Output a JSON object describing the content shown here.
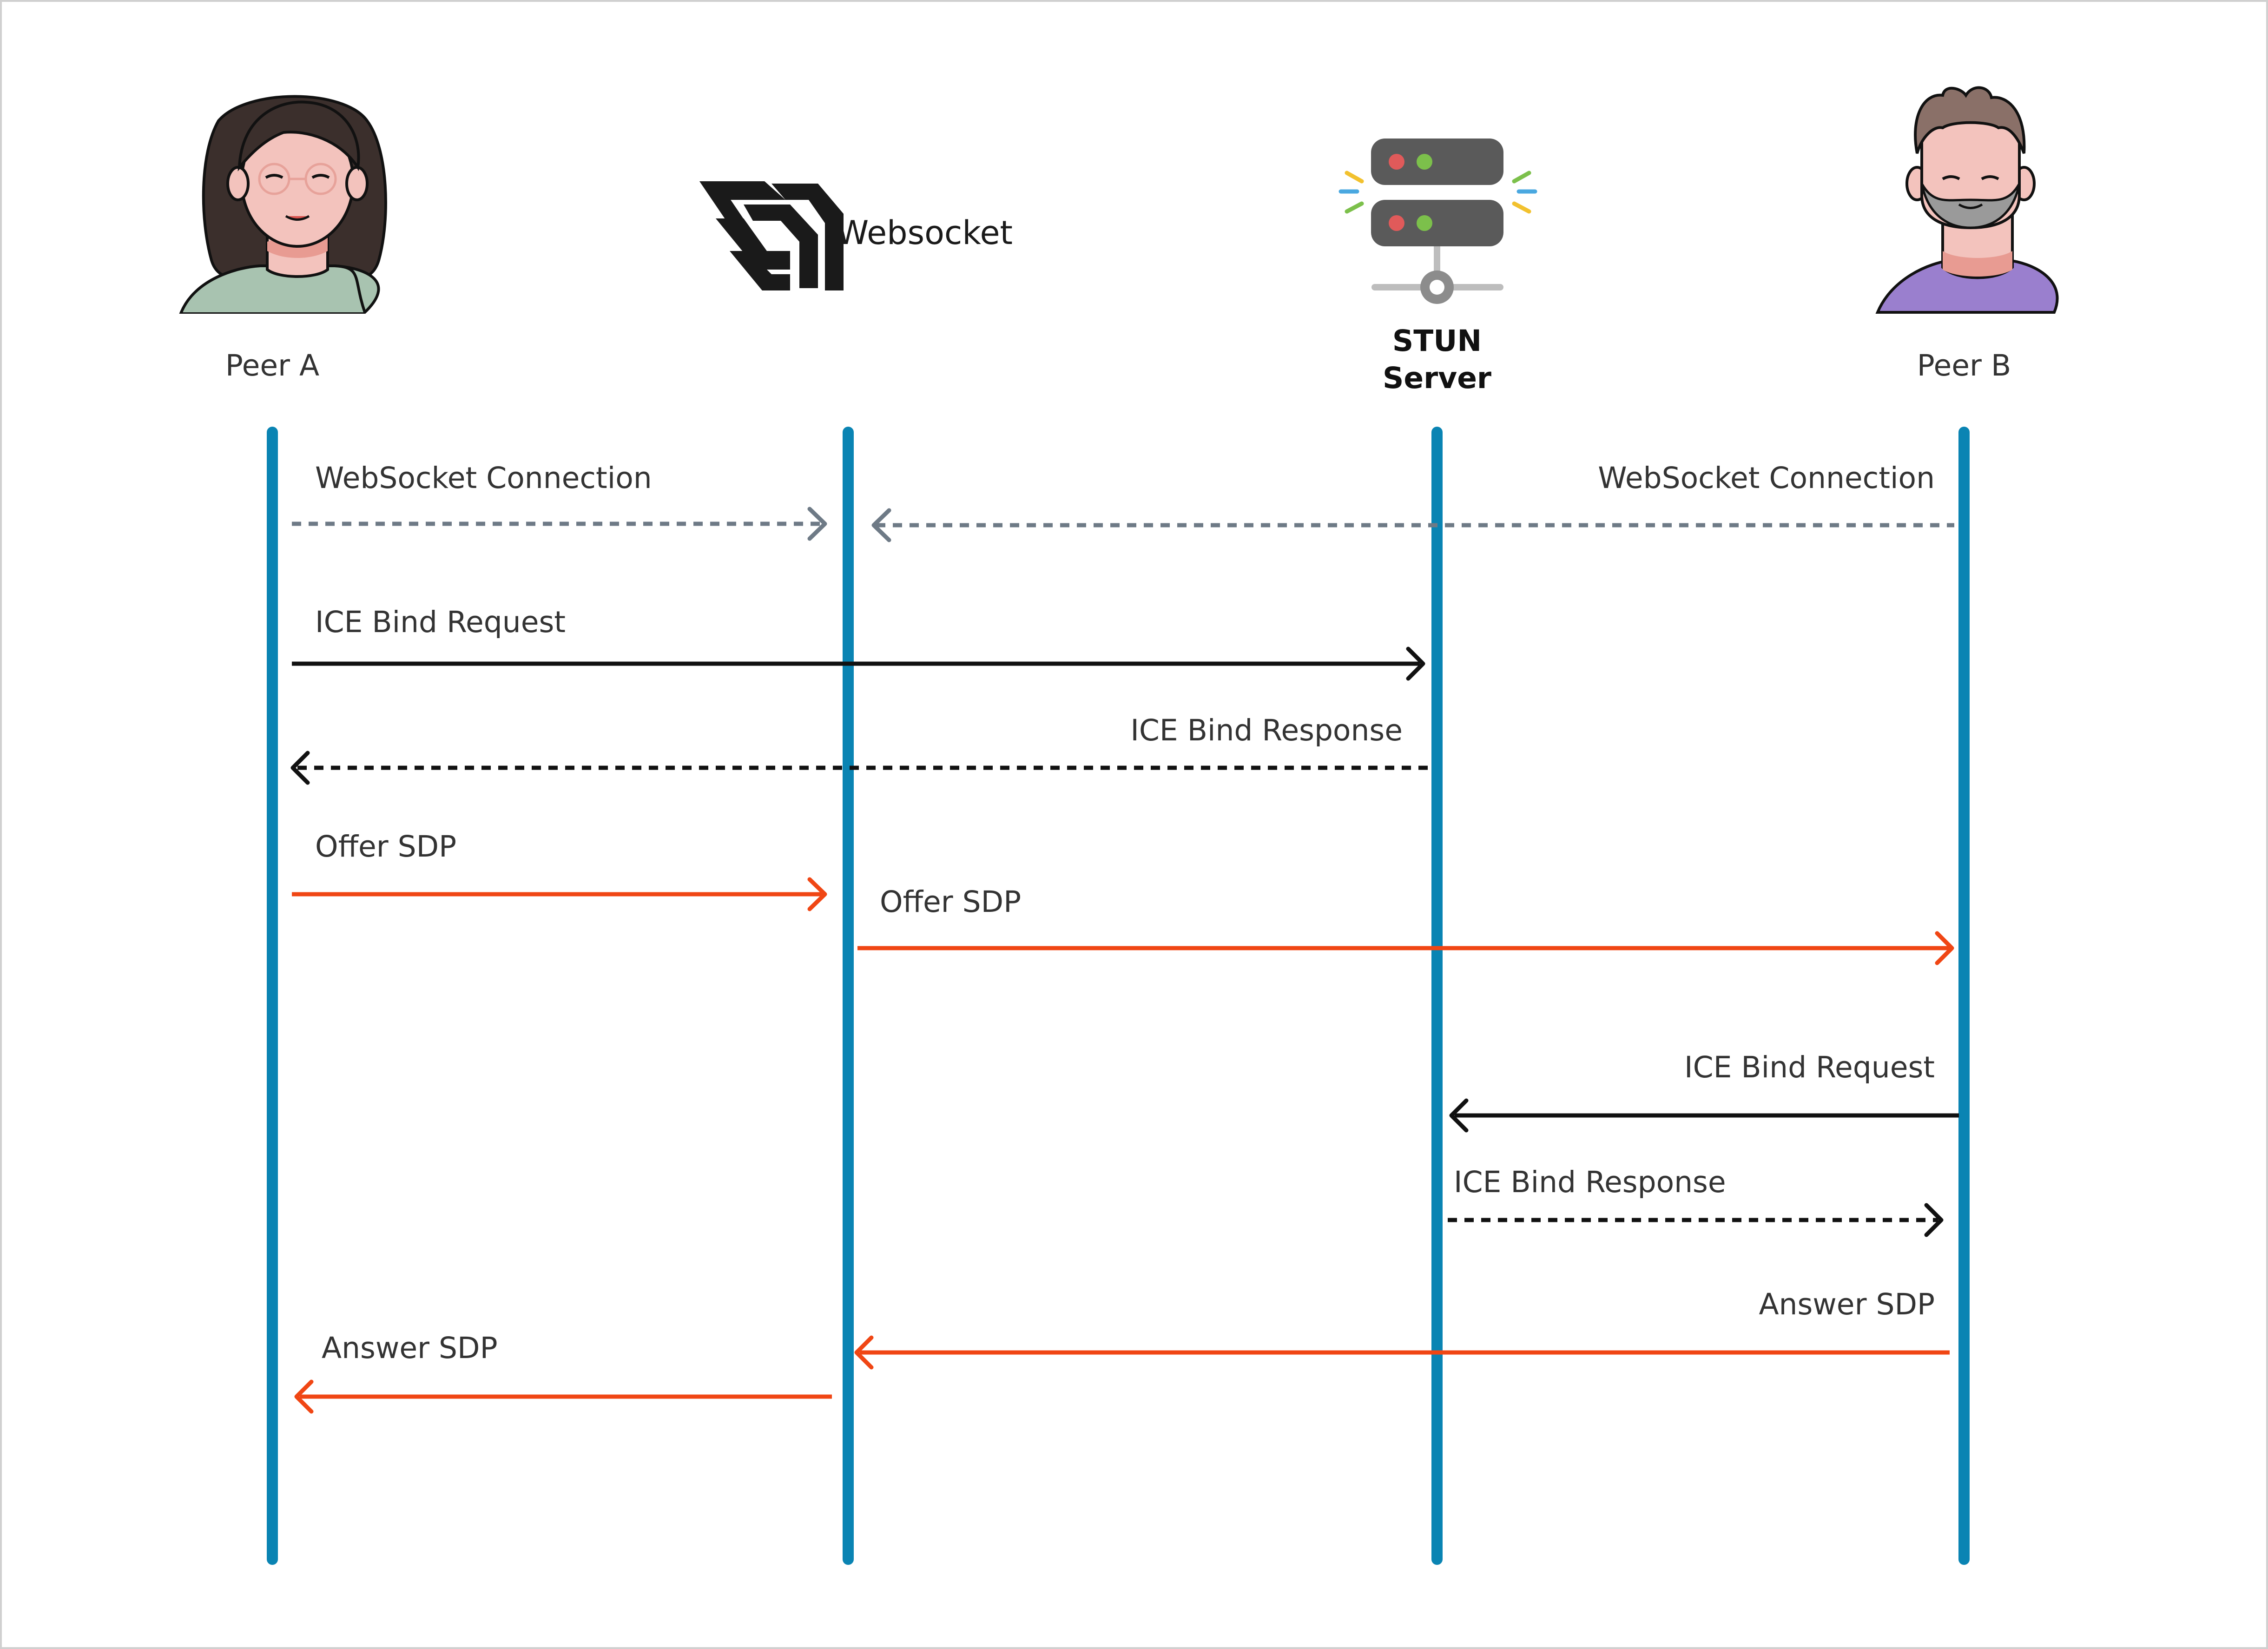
{
  "colors": {
    "lifeline": "#0a84b3",
    "websocket_arrow": "#6e7a86",
    "black_arrow": "#111111",
    "sdp_arrow": "#f04614",
    "peer_a_shirt": "#a8c3b0",
    "peer_b_shirt": "#9a7fce",
    "server_body": "#5a5a5a"
  },
  "actors": {
    "peer_a": {
      "label": "Peer A",
      "icon": "woman-avatar-icon"
    },
    "websocket": {
      "label": "Websocket",
      "icon": "websocket-logo-icon"
    },
    "stun": {
      "label_line1": "STUN",
      "label_line2": "Server",
      "icon": "server-icon"
    },
    "peer_b": {
      "label": "Peer B",
      "icon": "man-avatar-icon"
    }
  },
  "messages": [
    {
      "id": "ws-conn-a",
      "label": "WebSocket Connection",
      "from": "Peer A",
      "to": "Websocket",
      "style": "dashed",
      "color": "gray"
    },
    {
      "id": "ws-conn-b",
      "label": "WebSocket Connection",
      "from": "Peer B",
      "to": "Websocket",
      "style": "dashed",
      "color": "gray"
    },
    {
      "id": "ice-req-a",
      "label": "ICE Bind Request",
      "from": "Peer A",
      "to": "STUN Server",
      "style": "solid",
      "color": "black"
    },
    {
      "id": "ice-resp-a",
      "label": "ICE Bind Response",
      "from": "STUN Server",
      "to": "Peer A",
      "style": "dashed",
      "color": "black"
    },
    {
      "id": "offer-a",
      "label": "Offer SDP",
      "from": "Peer A",
      "to": "Websocket",
      "style": "solid",
      "color": "orange"
    },
    {
      "id": "offer-b",
      "label": "Offer SDP",
      "from": "Websocket",
      "to": "Peer B",
      "style": "solid",
      "color": "orange"
    },
    {
      "id": "ice-req-b",
      "label": "ICE Bind Request",
      "from": "Peer B",
      "to": "STUN Server",
      "style": "solid",
      "color": "black"
    },
    {
      "id": "ice-resp-b",
      "label": "ICE Bind Response",
      "from": "STUN Server",
      "to": "Peer B",
      "style": "dashed",
      "color": "black"
    },
    {
      "id": "answer-b",
      "label": "Answer SDP",
      "from": "Peer B",
      "to": "Websocket",
      "style": "solid",
      "color": "orange"
    },
    {
      "id": "answer-a",
      "label": "Answer SDP",
      "from": "Websocket",
      "to": "Peer A",
      "style": "solid",
      "color": "orange"
    }
  ]
}
